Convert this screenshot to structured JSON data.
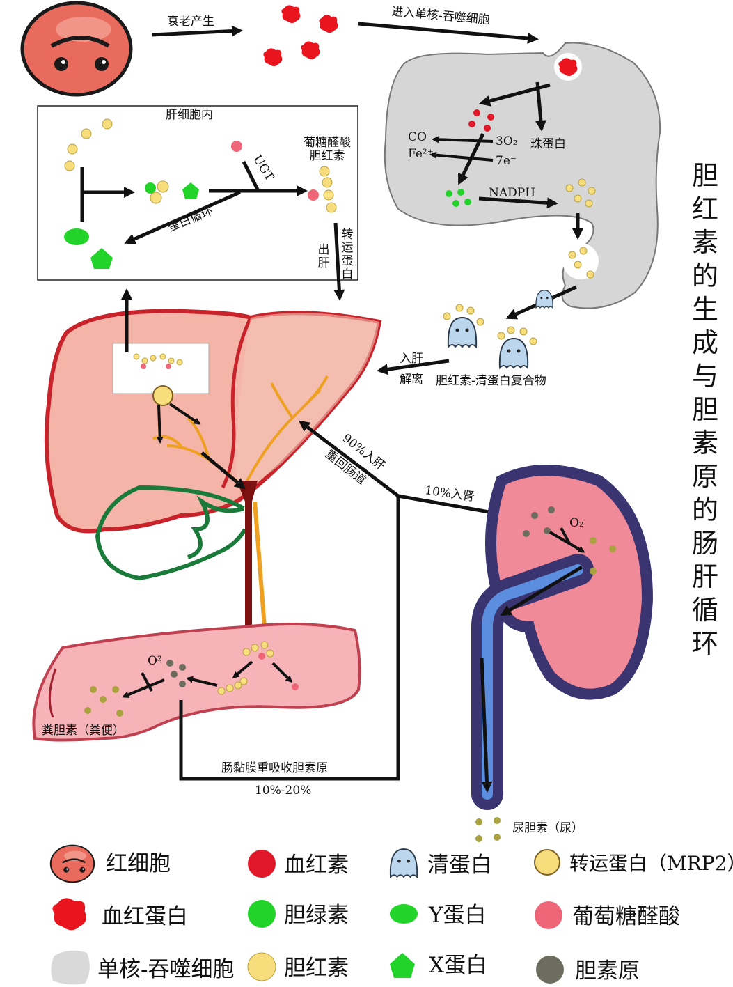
{
  "title": "胆红素的生成与胆素原的肠肝循环",
  "labels": {
    "aging": "衰老产生",
    "enter_macrophage": "进入单核-吞噬细胞",
    "co": "CO",
    "fe": "Fe²⁺",
    "o2_3": "3O₂",
    "e7": "7e⁻",
    "globin": "珠蛋白",
    "nadph": "NADPH",
    "hepatocyte_inside": "肝细胞内",
    "glucuronide_bilirubin": "葡糖醛酸\n胆红素",
    "ugt": "UGT",
    "protein_cycle": "蛋白循环",
    "out_liver": "出肝",
    "transport_protein": "转运蛋白",
    "enter_liver": "入肝",
    "dissociate": "解离",
    "bilirubin_albumin_complex": "胆红素-清蛋白复合物",
    "to_liver_90": "90%入肝",
    "back_to_gut": "重回肠道",
    "to_kidney_10": "10%入肾",
    "o2_kidney": "O₂",
    "o2_gut": "O²",
    "stercobilin": "粪胆素（粪便）",
    "reabsorb": "肠黏膜重吸收胆素原",
    "reabsorb_pct": "10%-20%",
    "urobilin": "尿胆素（尿）"
  },
  "legend": [
    {
      "icon": "red-blood-cell-icon",
      "label": "红细胞"
    },
    {
      "icon": "heme-icon",
      "label": "血红素",
      "color": "#e0182a"
    },
    {
      "icon": "albumin-icon",
      "label": "清蛋白"
    },
    {
      "icon": "transport-protein-icon",
      "label": "转运蛋白（MRP2）"
    },
    {
      "icon": "hemoglobin-icon",
      "label": "血红蛋白",
      "color": "#e8141e"
    },
    {
      "icon": "biliverdin-icon",
      "label": "胆绿素",
      "color": "#22d42a"
    },
    {
      "icon": "y-protein-icon",
      "label": "Y蛋白",
      "color": "#22d42a"
    },
    {
      "icon": "glucuronic-acid-icon",
      "label": "葡萄糖醛酸",
      "color": "#ee6677"
    },
    {
      "icon": "macrophage-icon",
      "label": "单核-吞噬细胞",
      "color": "#d9d9d9"
    },
    {
      "icon": "bilirubin-icon",
      "label": "胆红素",
      "color": "#f7dd7c"
    },
    {
      "icon": "x-protein-icon",
      "label": "X蛋白",
      "color": "#22d42a"
    },
    {
      "icon": "bilinogen-icon",
      "label": "胆素原",
      "color": "#6d6d5f"
    }
  ],
  "colors": {
    "heme": "#e0182a",
    "biliverdin": "#22d42a",
    "bilirubin": "#f7dd7c",
    "bilinogen": "#6d6d5f",
    "liver": "#f4b5a8",
    "liver_outline": "#c8232a",
    "kidney": "#f08a98",
    "kidney_outline": "#3a3470",
    "macrophage": "#d6d6d6",
    "intestine": "#f6b4b8"
  }
}
